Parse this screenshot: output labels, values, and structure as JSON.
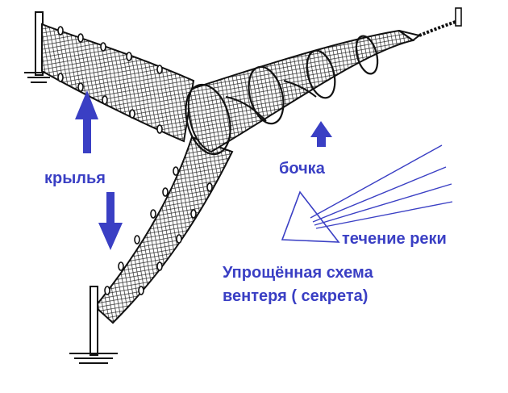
{
  "labels": {
    "wings": "крылья",
    "barrel": "бочка",
    "river_flow": "течение реки",
    "caption_line1": "Упрощённая схема",
    "caption_line2": "вентеря ( секрета)"
  },
  "colors": {
    "label": "#3a3fc4",
    "arrow": "#3a3fc4",
    "ink": "#111111",
    "background": "#ffffff"
  },
  "icons": {
    "wing_arrows": [
      "arrow-up-icon",
      "arrow-down-icon"
    ],
    "barrel_arrow": "arrow-up-icon",
    "flow_lines": "current-lines-icon"
  }
}
